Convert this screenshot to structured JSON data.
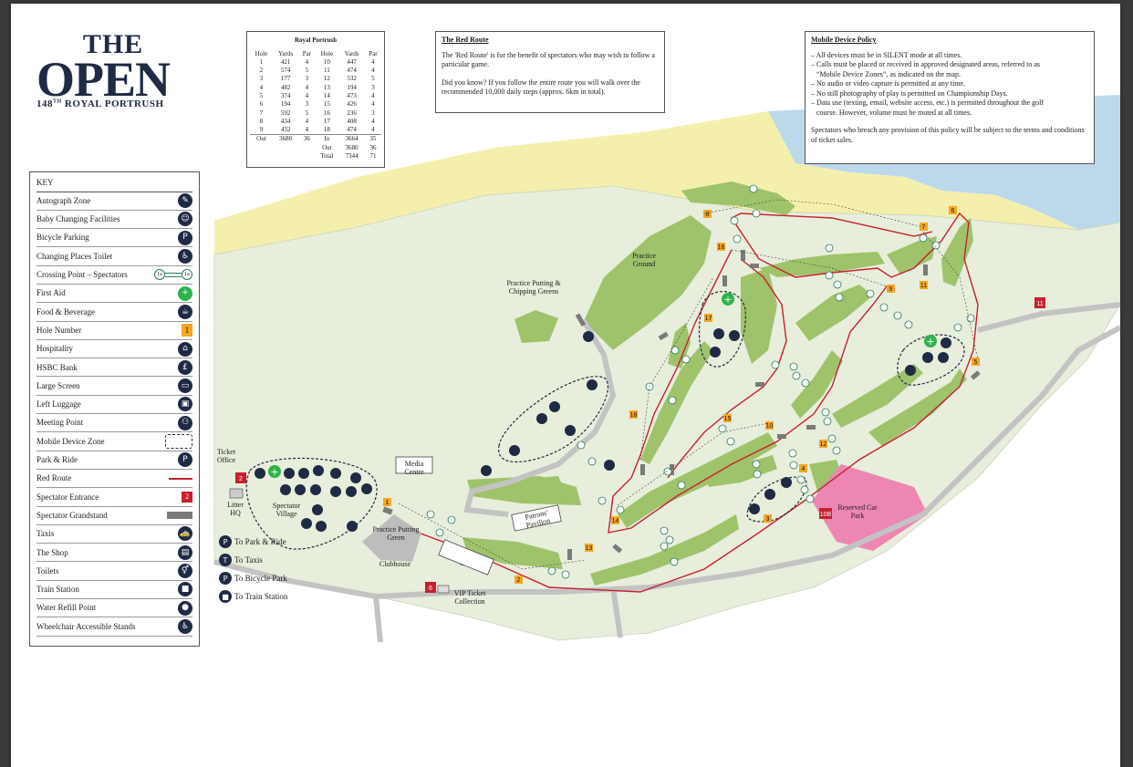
{
  "logo": {
    "the": "THE",
    "open": "OPEN",
    "edition_num": "148",
    "edition_sup": "TH",
    "edition_rest": "ROYAL PORTRUSH"
  },
  "scorecard": {
    "title": "Royal Portrush",
    "headers": [
      "Hole",
      "Yards",
      "Par",
      "Hole",
      "Yards",
      "Par"
    ],
    "rows": [
      [
        "1",
        "421",
        "4",
        "10",
        "447",
        "4"
      ],
      [
        "2",
        "574",
        "5",
        "11",
        "474",
        "4"
      ],
      [
        "3",
        "177",
        "3",
        "12",
        "532",
        "5"
      ],
      [
        "4",
        "482",
        "4",
        "13",
        "194",
        "3"
      ],
      [
        "5",
        "374",
        "4",
        "14",
        "473",
        "4"
      ],
      [
        "6",
        "194",
        "3",
        "15",
        "426",
        "4"
      ],
      [
        "7",
        "592",
        "5",
        "16",
        "236",
        "3"
      ],
      [
        "8",
        "434",
        "4",
        "17",
        "408",
        "4"
      ],
      [
        "9",
        "432",
        "4",
        "18",
        "474",
        "4"
      ]
    ],
    "out_row": [
      "Out",
      "3680",
      "36",
      "In",
      "3664",
      "35"
    ],
    "out2_row": [
      "",
      "",
      "",
      "Out",
      "3680",
      "36"
    ],
    "total_row": [
      "",
      "",
      "",
      "Total",
      "7344",
      "71"
    ]
  },
  "red_route": {
    "title": "The Red Route",
    "p1": "The 'Red Route' is for the benefit of spectators who may wish to follow a particular game.",
    "p2": "Did you know? If you follow the entire route you will walk over the recommended 10,000 daily steps (approx. 6km in total)."
  },
  "mobile_policy": {
    "title": "Mobile Device Policy",
    "items": [
      "– All devices must be in SILENT mode at all times.",
      "– Calls must be placed or received in approved designated areas, referred to as",
      "   “Mobile Device Zones”, as indicated on the map.",
      "– No audio or video capture is permitted at any time.",
      "– No still photography of play is permitted on Championship Days.",
      "– Data use (texting, email, website access, etc.) is permitted throughout the golf",
      "   course. However, volume must be muted at all times."
    ],
    "footer": "Spectators who breach any provision of this policy will be subject to the terms and conditions of ticket sales."
  },
  "key": {
    "title": "KEY",
    "items": [
      {
        "label": "Autograph Zone",
        "icon": "pen-icon",
        "glyph": "✎"
      },
      {
        "label": "Baby Changing Facilities",
        "icon": "baby-icon",
        "glyph": "☺"
      },
      {
        "label": "Bicycle Parking",
        "icon": "bicycle-icon",
        "glyph": "P"
      },
      {
        "label": "Changing Places Toilet",
        "icon": "toilet-icon",
        "glyph": "♿"
      },
      {
        "label": "Crossing Point – Spectators",
        "icon": "crossing-icon",
        "glyph": "1a"
      },
      {
        "label": "First Aid",
        "icon": "first-aid-icon",
        "glyph": "+"
      },
      {
        "label": "Food & Beverage",
        "icon": "food-icon",
        "glyph": "☕"
      },
      {
        "label": "Hole Number",
        "icon": "hole-number-icon",
        "glyph": "1"
      },
      {
        "label": "Hospitality",
        "icon": "hospitality-icon",
        "glyph": "⌂"
      },
      {
        "label": "HSBC Bank",
        "icon": "bank-icon",
        "glyph": "£"
      },
      {
        "label": "Large Screen",
        "icon": "screen-icon",
        "glyph": "▭"
      },
      {
        "label": "Left Luggage",
        "icon": "luggage-icon",
        "glyph": "▣"
      },
      {
        "label": "Meeting Point",
        "icon": "meeting-icon",
        "glyph": "⚇"
      },
      {
        "label": "Mobile Device Zone",
        "icon": "mobile-zone-icon",
        "glyph": ""
      },
      {
        "label": "Park & Ride",
        "icon": "park-ride-icon",
        "glyph": "P"
      },
      {
        "label": "Red Route",
        "icon": "red-route-icon",
        "glyph": ""
      },
      {
        "label": "Spectator Entrance",
        "icon": "entrance-icon",
        "glyph": "2"
      },
      {
        "label": "Spectator Grandstand",
        "icon": "grandstand-icon",
        "glyph": ""
      },
      {
        "label": "Taxis",
        "icon": "taxi-icon",
        "glyph": "🚕"
      },
      {
        "label": "The Shop",
        "icon": "shop-icon",
        "glyph": "▤"
      },
      {
        "label": "Toilets",
        "icon": "toilets-icon",
        "glyph": "⚥"
      },
      {
        "label": "Train Station",
        "icon": "train-icon",
        "glyph": "■"
      },
      {
        "label": "Water Refill Point",
        "icon": "water-icon",
        "glyph": "●"
      },
      {
        "label": "Wheelchair Accessible Stands",
        "icon": "wheelchair-icon",
        "glyph": "♿"
      }
    ]
  },
  "map_labels": {
    "practice_ground": "Practice Ground",
    "practice_putting_chipping": "Practice Putting & Chipping Greens",
    "media_centre": "Media Centre",
    "patrons_pavilion": "Patrons' Pavilion",
    "ticket_office": "Ticket Office",
    "litter_hq": "Litter HQ",
    "spectator_village": "Spectator Village",
    "practice_putting_green": "Practice Putting Green",
    "clubhouse": "Clubhouse",
    "vip_ticket": "VIP Ticket Collection",
    "reserved_car_park": "Reserved Car Park"
  },
  "directions": [
    {
      "label": "To Park & Ride",
      "icon": "park-ride-icon",
      "glyph": "P"
    },
    {
      "label": "To Taxis",
      "icon": "taxi-icon",
      "glyph": "T"
    },
    {
      "label": "To Bicycle Park",
      "icon": "bicycle-icon",
      "glyph": "P"
    },
    {
      "label": "To Train Station",
      "icon": "train-icon",
      "glyph": "■"
    }
  ],
  "entrances": [
    {
      "label": "2"
    },
    {
      "label": "6"
    },
    {
      "label": "10B"
    },
    {
      "label": "11"
    }
  ],
  "holes": [
    "1",
    "2",
    "3",
    "4",
    "5",
    "6",
    "7",
    "8",
    "9",
    "10",
    "11",
    "12",
    "13",
    "14",
    "15",
    "16",
    "17",
    "18"
  ],
  "colors": {
    "fairway": "#9ec36b",
    "rough": "#e7eedb",
    "sea": "#bcd9ec",
    "beach": "#f5efad",
    "red_route": "#c8202e",
    "hole_marker": "#f5a623",
    "entrance": "#c8202e",
    "car_park": "#ee86b3",
    "navy": "#1f2a44",
    "road": "#c3c3c3"
  }
}
